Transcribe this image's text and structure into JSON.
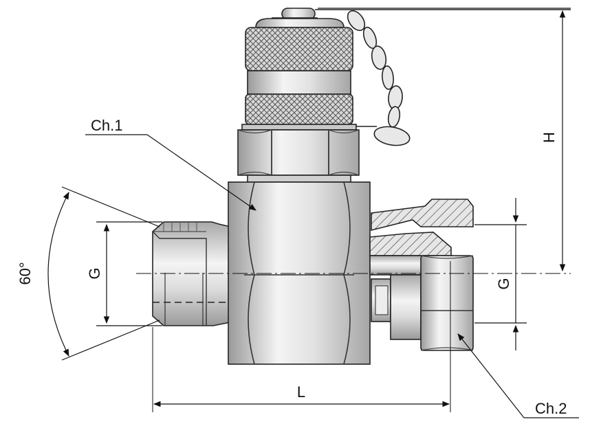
{
  "labels": {
    "chamfer_1": "Ch.1",
    "chamfer_2": "Ch.2",
    "height": "H",
    "length": "L",
    "thread_left": "G",
    "thread_right": "G",
    "angle": "60°"
  },
  "colors": {
    "metal_light": "#f1f1f1",
    "metal_mid": "#cfcfcf",
    "metal_dark": "#9a9a9a",
    "line": "#111111"
  }
}
